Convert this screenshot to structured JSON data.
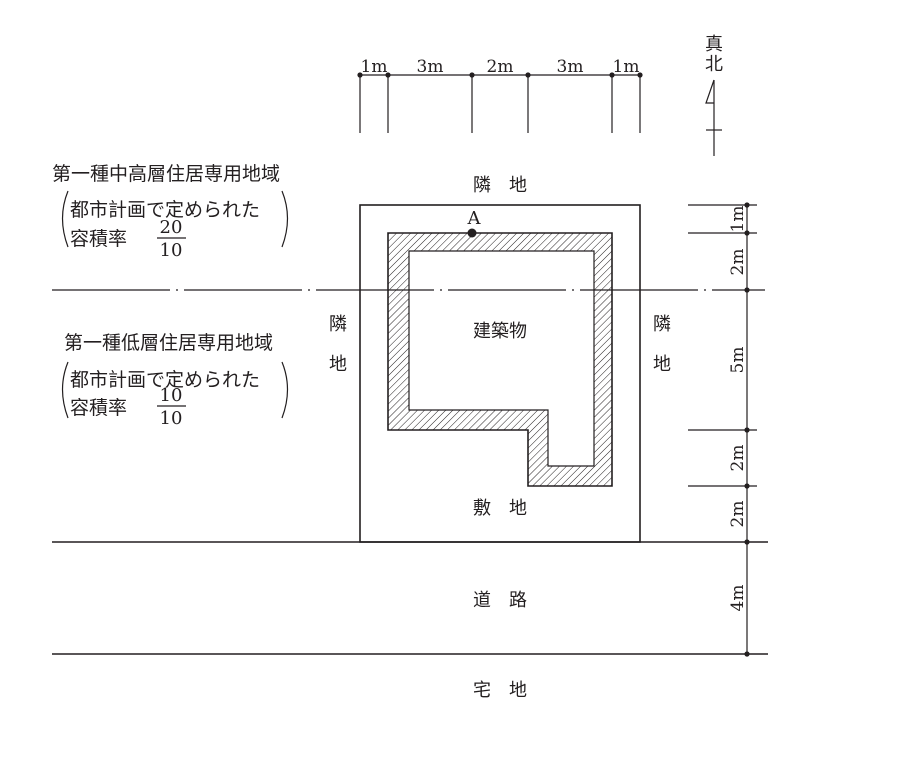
{
  "true_north": {
    "label": "真北"
  },
  "top_dimensions": [
    "1m",
    "3m",
    "2m",
    "3m",
    "1m"
  ],
  "right_dimensions": [
    "1m",
    "2m",
    "5m",
    "2m",
    "2m",
    "4m"
  ],
  "zones": {
    "upper": {
      "name": "第一種中高層住居専用地域",
      "note": "都市計画で定められた",
      "far_label": "容積率",
      "far_numerator": "20",
      "far_denominator": "10"
    },
    "lower": {
      "name": "第一種低層住居専用地域",
      "note": "都市計画で定められた",
      "far_label": "容積率",
      "far_numerator": "10",
      "far_denominator": "10"
    }
  },
  "labels": {
    "north_neighbor": "隣　地",
    "west_neighbor_1": "隣",
    "west_neighbor_2": "地",
    "east_neighbor_1": "隣",
    "east_neighbor_2": "地",
    "building": "建築物",
    "site": "敷　地",
    "road": "道　路",
    "residential": "宅　地",
    "point_a": "A"
  }
}
